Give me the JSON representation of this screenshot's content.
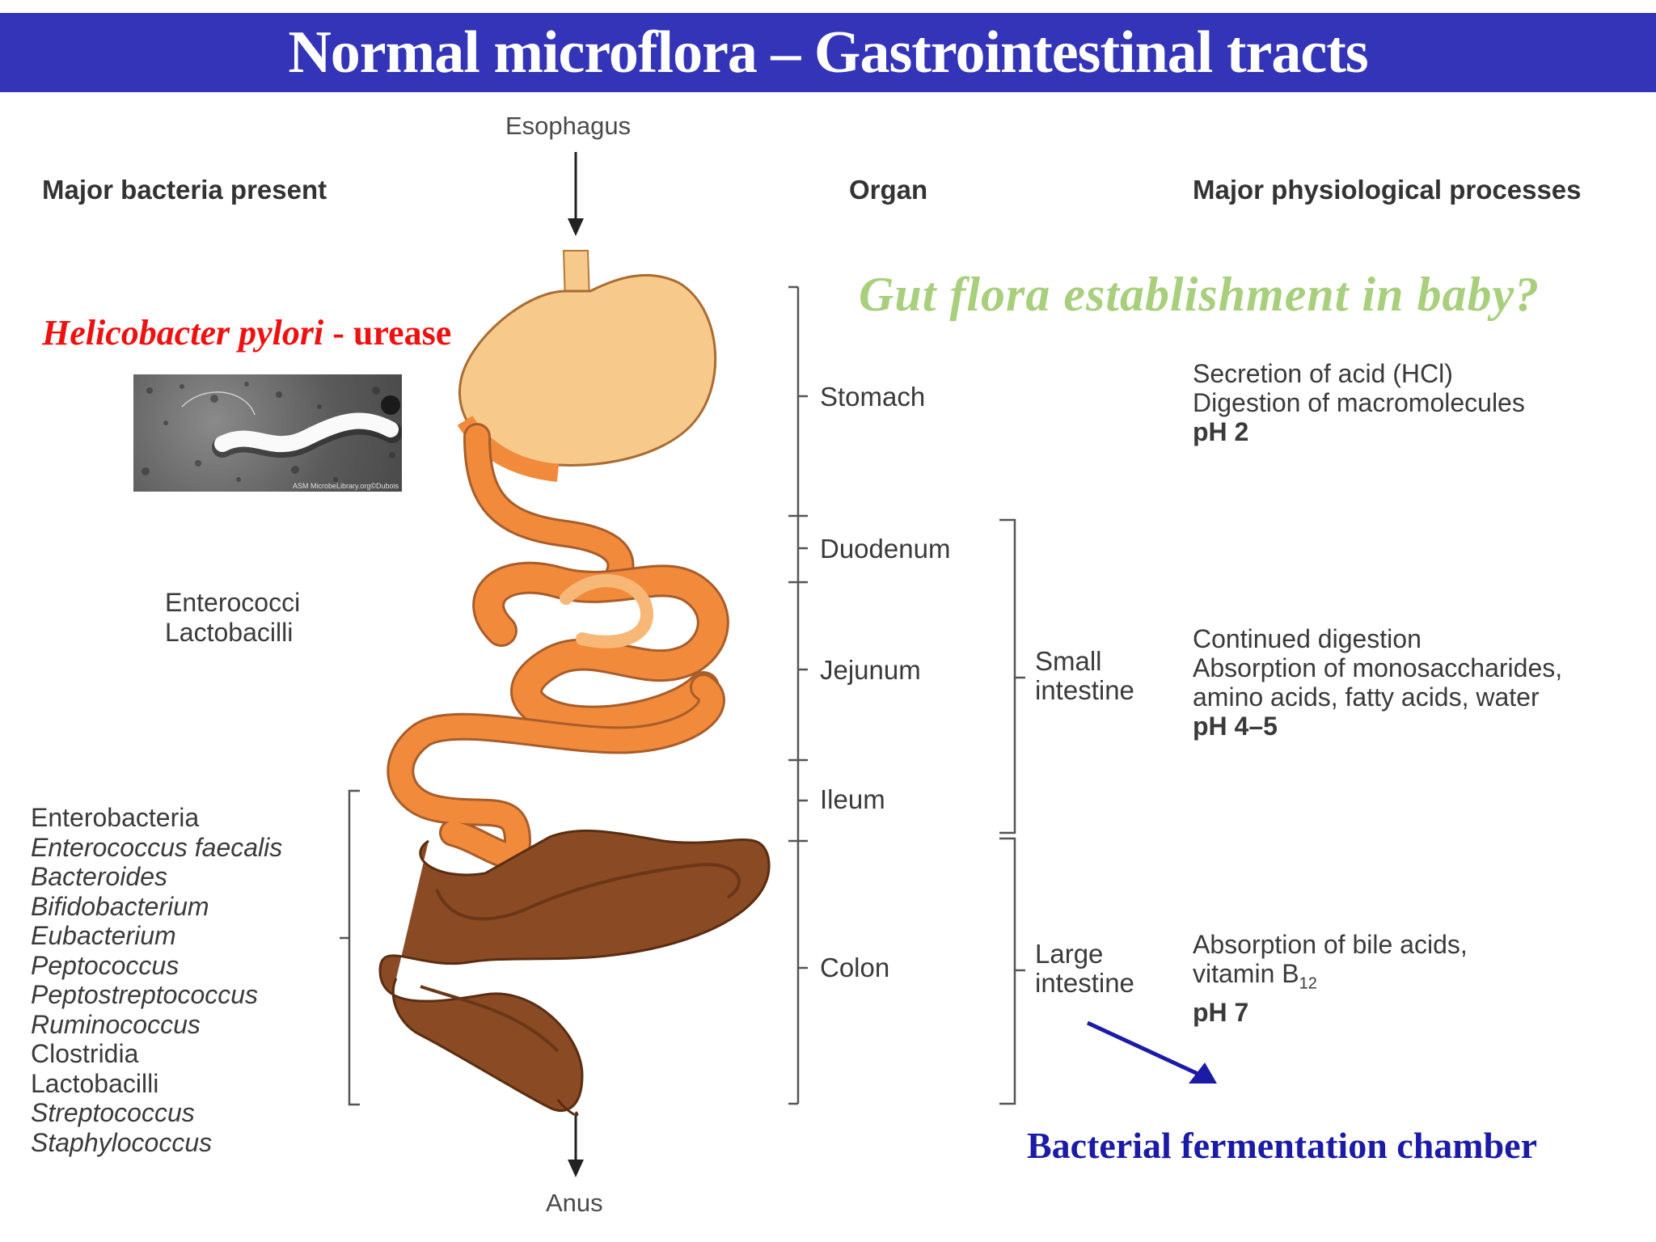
{
  "title": "Normal microflora – Gastrointestinal tracts",
  "headers": {
    "bacteria": "Major bacteria present",
    "organ": "Organ",
    "processes": "Major physiological processes"
  },
  "ends": {
    "top": "Esophagus",
    "bottom": "Anus"
  },
  "question": "Gut flora establishment in baby?",
  "h_pylori": {
    "species": "Helicobacter pylori",
    "sep": " - ",
    "enzyme": "urease"
  },
  "micrograph_caption": "ASM MicrobeLibrary.org©Dubois",
  "organs": {
    "stomach": "Stomach",
    "duodenum": "Duodenum",
    "jejunum": "Jejunum",
    "ileum": "Ileum",
    "colon": "Colon"
  },
  "sections": {
    "small": [
      "Small",
      "intestine"
    ],
    "large": [
      "Large",
      "intestine"
    ]
  },
  "bacteria_small": [
    "Enterococci",
    "Lactobacilli"
  ],
  "bacteria_large": [
    {
      "name": "Enterobacteria",
      "italic": false
    },
    {
      "name": "Enterococcus faecalis",
      "italic": true
    },
    {
      "name": "Bacteroides",
      "italic": true
    },
    {
      "name": "Bifidobacterium",
      "italic": true
    },
    {
      "name": "Eubacterium",
      "italic": true
    },
    {
      "name": "Peptococcus",
      "italic": true
    },
    {
      "name": "Peptostreptococcus",
      "italic": true
    },
    {
      "name": "Ruminococcus",
      "italic": true
    },
    {
      "name": "Clostridia",
      "italic": false
    },
    {
      "name": "Lactobacilli",
      "italic": false
    },
    {
      "name": "Streptococcus",
      "italic": true
    },
    {
      "name": "Staphylococcus",
      "italic": true
    }
  ],
  "processes": {
    "stomach": {
      "lines": [
        "Secretion of acid (HCl)",
        "Digestion of macromolecules"
      ],
      "ph": "pH 2"
    },
    "small": {
      "lines": [
        "Continued digestion",
        "Absorption of monosaccharides,",
        "amino acids, fatty acids, water"
      ],
      "ph": "pH 4–5"
    },
    "large": {
      "line1": "Absorption of bile acids,",
      "line2_prefix": "vitamin B",
      "line2_sub": "12",
      "ph": "pH 7"
    }
  },
  "ferment_label": "Bacterial fermentation chamber",
  "colors": {
    "title_bg": "#3334b8",
    "question": "#a8cf7c",
    "h_pylori": "#ee1111",
    "ferment": "#1b1ba6",
    "stomach_fill": "#f7c98a",
    "small_intestine": "#f28a3c",
    "colon": "#8a4a24"
  }
}
